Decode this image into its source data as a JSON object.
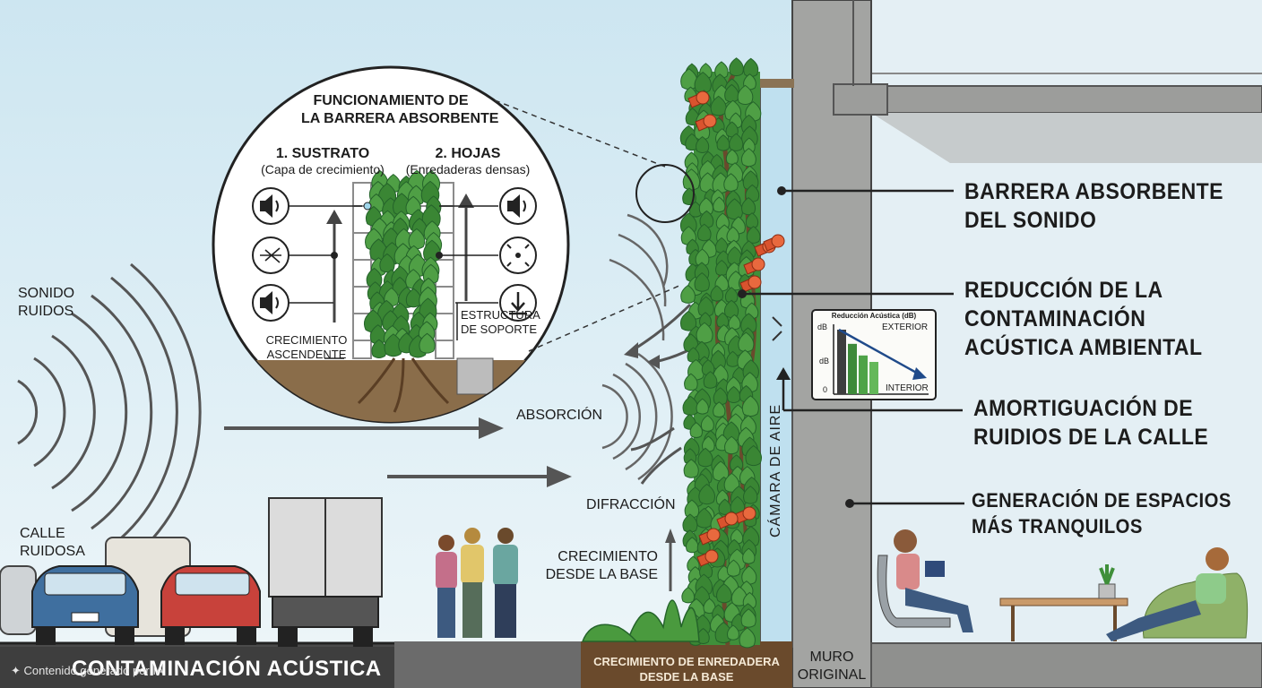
{
  "inset": {
    "title_line1": "FUNCIONAMIENTO DE",
    "title_line2": "LA BARRERA ABSORBENTE",
    "col1_title": "1. SUSTRATO",
    "col1_sub": "(Capa de crecimiento)",
    "col2_title": "2. HOJAS",
    "col2_sub": "(Enredaderas densas)",
    "growth_line1": "CRECIMIENTO",
    "growth_line2": "ASCENDENTE",
    "support_line1": "ESTRUCTURA",
    "support_line2": "DE SOPORTE"
  },
  "labels": {
    "sound_line1": "SONIDO",
    "sound_line2": "RUIDOS",
    "street_line1": "CALLE",
    "street_line2": "RUIDOSA",
    "absorption": "ABSORCIÓN",
    "diffraction": "DIFRACCIÓN",
    "growth_base_line1": "CRECIMIENTO",
    "growth_base_line2": "DESDE LA BASE",
    "air_chamber": "CÁMARA DE AIRE"
  },
  "callouts": [
    {
      "line1": "BARRERA ABSORBENTE",
      "line2": "DEL SONIDO"
    },
    {
      "line1": "REDUCCIÓN DE LA",
      "line2": "CONTAMINACIÓN",
      "line3": "ACÚSTICA AMBIENTAL"
    },
    {
      "line1": "AMORTIGUACIÓN DE",
      "line2": "RUIDIOS DE LA CALLE"
    },
    {
      "line1": "GENERACIÓN DE ESPACIOS",
      "line2": "MÁS TRANQUILOS"
    }
  ],
  "chart": {
    "title": "Reducción Acústica (dB)",
    "exterior": "EXTERIOR",
    "interior": "INTERIOR",
    "y_top": "dB",
    "y_mid": "dB",
    "y_zero": "0",
    "bar_levels": [
      1.0,
      0.78,
      0.6,
      0.5
    ]
  },
  "footer": {
    "left": "CONTAMINACIÓN ACÚSTICA",
    "vine_line1": "CRECIMIENTO DE ENREDADERA",
    "vine_line2": "DESDE LA BASE",
    "wall_line1": "MURO",
    "wall_line2": "ORIGINAL",
    "watermark": "Contenido generado por IA"
  },
  "colors": {
    "sky": "#dfeef5",
    "ivy": "#3f8f3a",
    "ivy_dark": "#24632a",
    "flower": "#d9532e",
    "concrete": "#a3a4a2",
    "ground": "#4a4a4a"
  }
}
